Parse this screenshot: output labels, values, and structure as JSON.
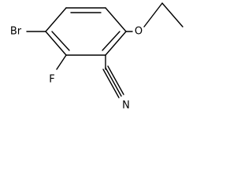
{
  "molecule": {
    "atoms": {
      "bromine": "Br",
      "fluorine": "F",
      "nitrogen": "N",
      "oxygen": "O"
    },
    "colors": {
      "line": "#000000",
      "background": "#ffffff"
    }
  }
}
